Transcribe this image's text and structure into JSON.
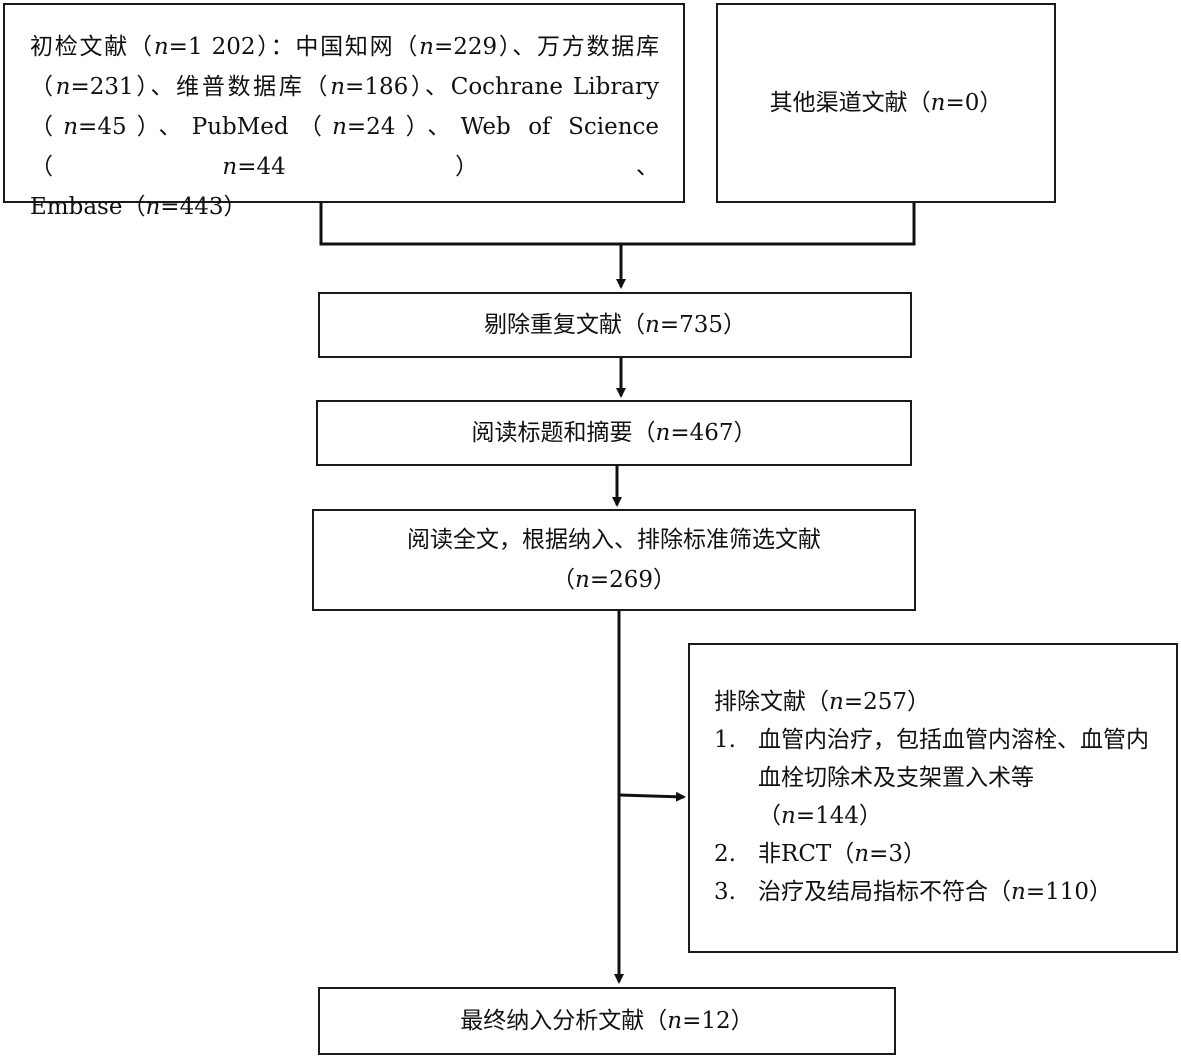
{
  "boxes": {
    "initial": {
      "lines": [
        "初检文献（n=1 202）：中国知网（n=229）、万方数据库",
        "（n=231）、维普数据库（n=186）、Cochrane Library",
        "（n=45）、PubMed（n=24）、Web of Science （n=44）、",
        "Embase（n=443）"
      ]
    },
    "other": {
      "text": "其他渠道文献（n=0）"
    },
    "dedup": {
      "text": "剔除重复文献（n=735）"
    },
    "title_abstract": {
      "text": "阅读标题和摘要（n=467）"
    },
    "fulltext": {
      "line1": "阅读全文，根据纳入、排除标准筛选文献",
      "line2": "（n=269）"
    },
    "excluded": {
      "title": "排除文献（n=257）",
      "items": [
        {
          "num": "1.",
          "text": "血管内治疗，包括血管内溶栓、血管内血栓切除术及支架置入术等（n=144）"
        },
        {
          "num": "2.",
          "text": "非RCT（n=3）"
        },
        {
          "num": "3.",
          "text": "治疗及结局指标不符合（n=110）"
        }
      ]
    },
    "final": {
      "text": "最终纳入分析文献（n=12）"
    }
  }
}
